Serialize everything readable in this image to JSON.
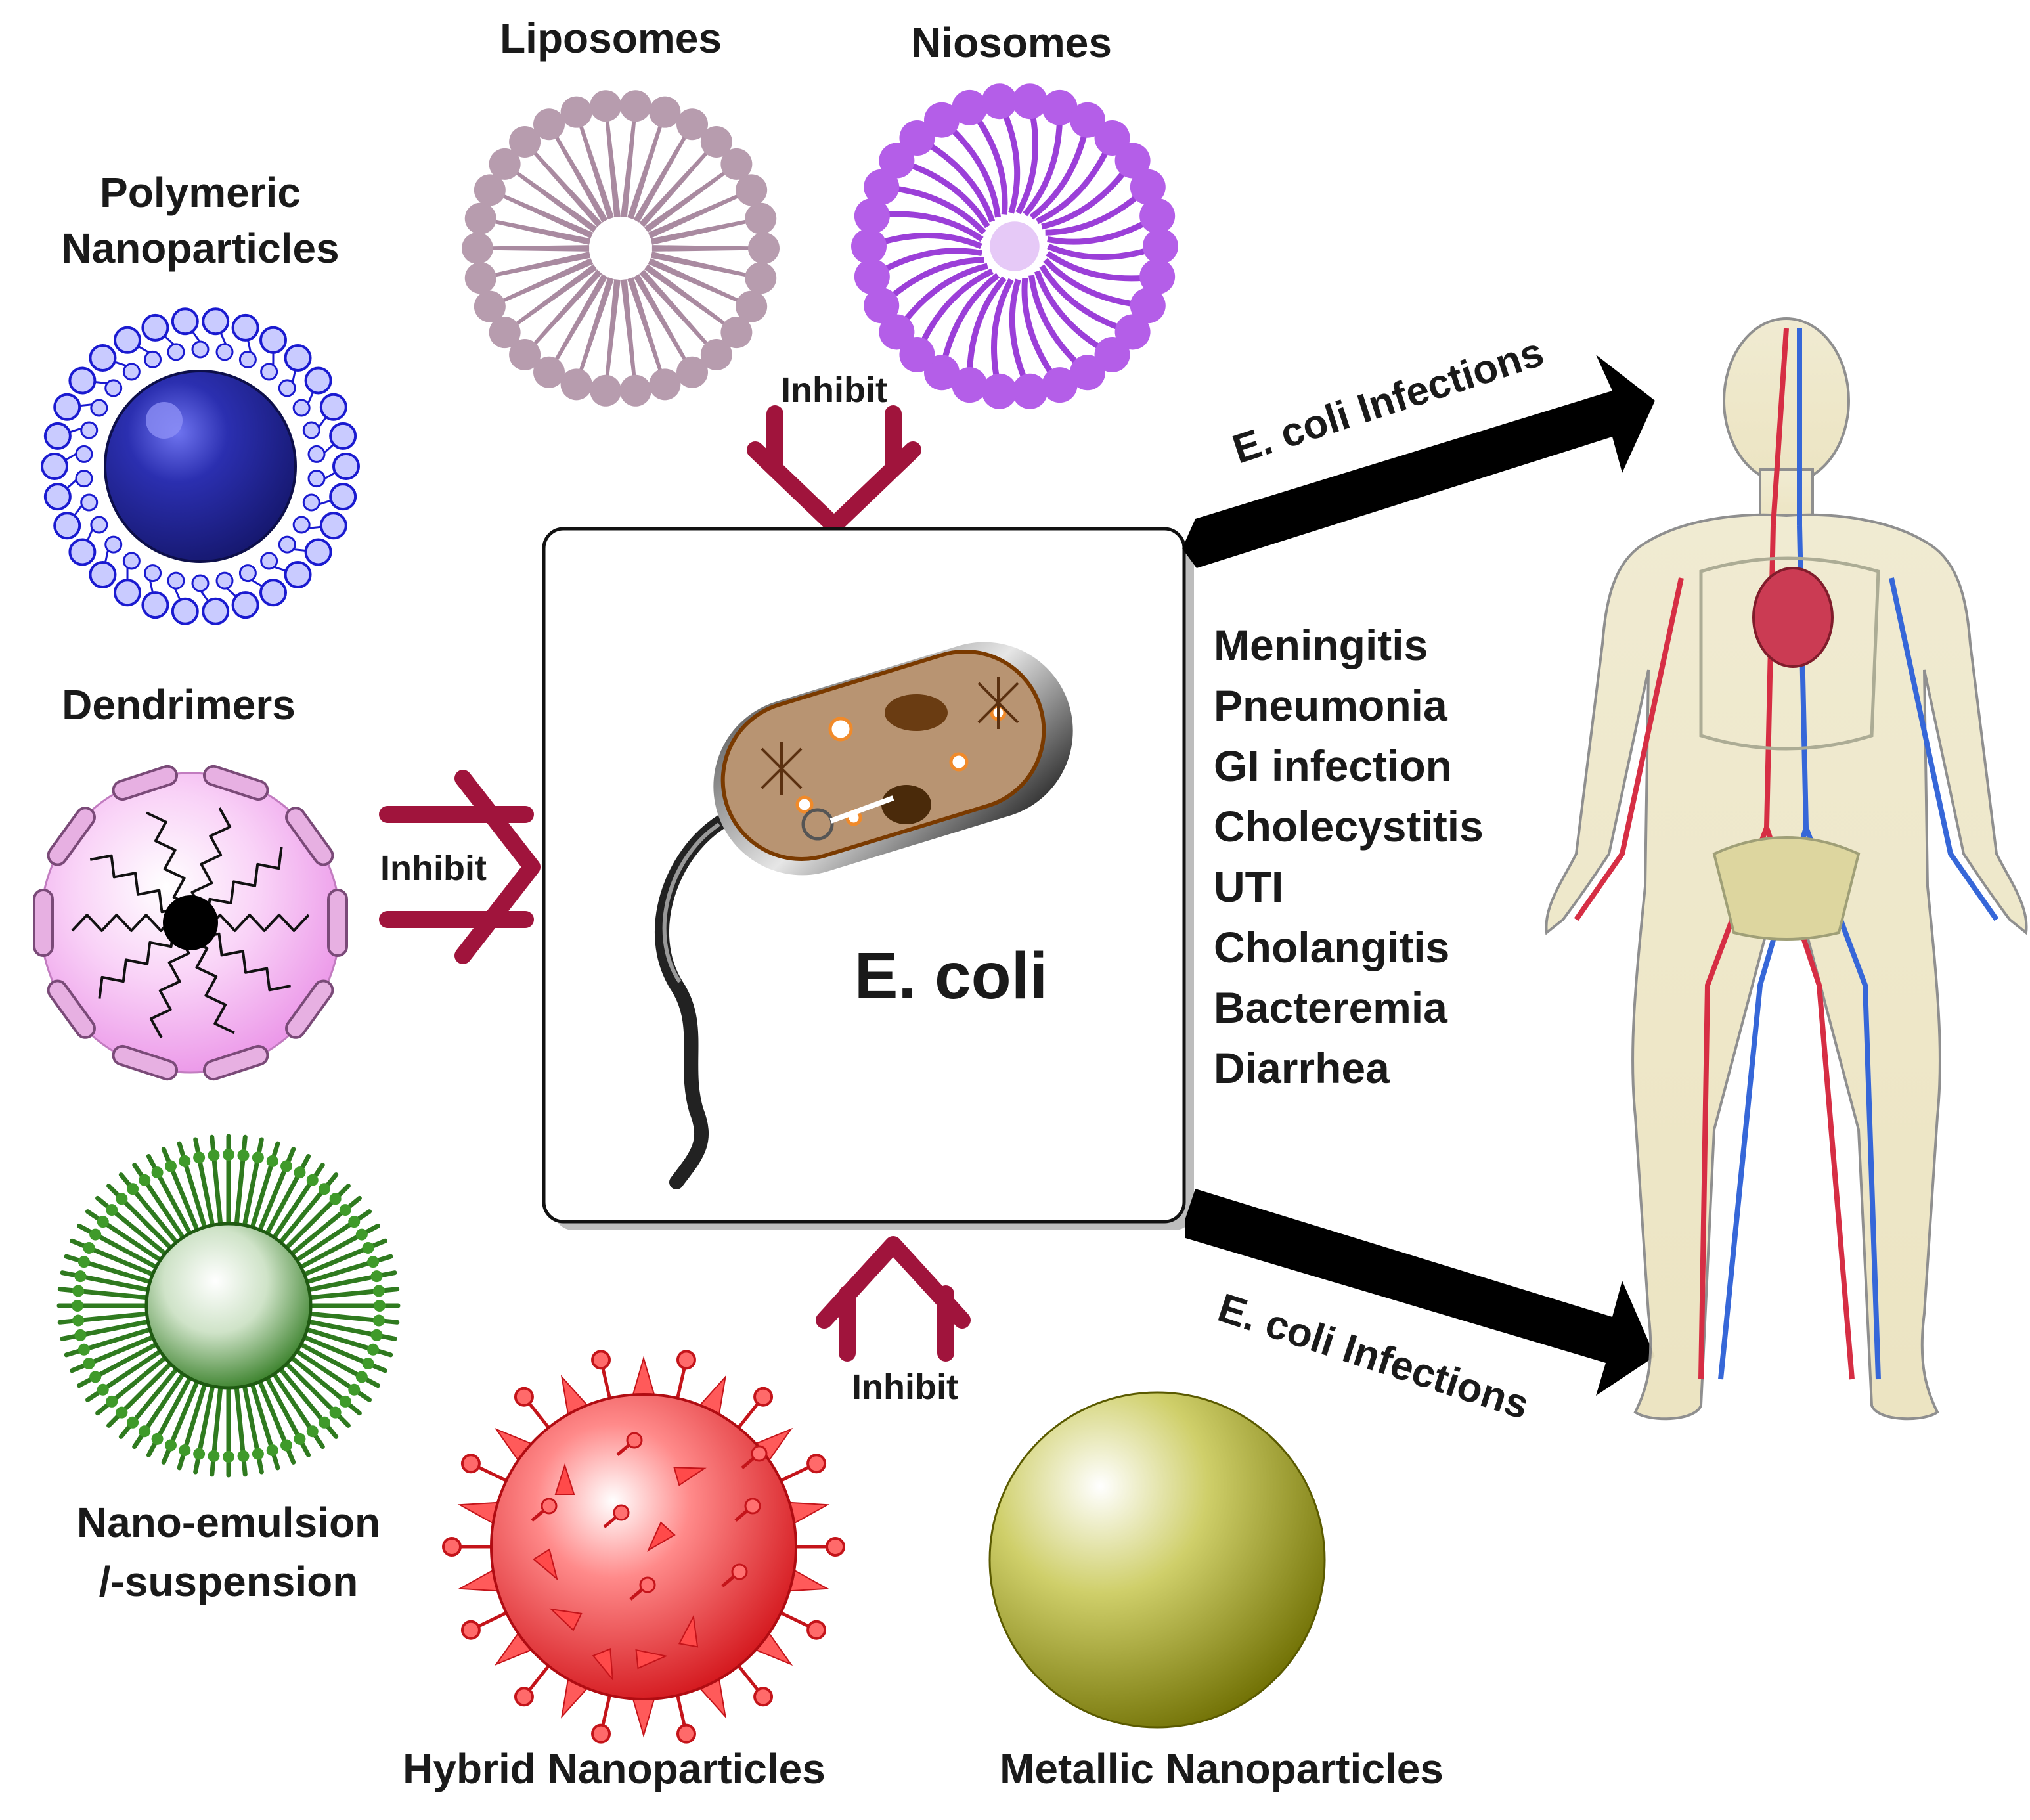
{
  "nanocarriers": {
    "polymeric": [
      "Polymeric",
      "Nanoparticles"
    ],
    "liposomes": "Liposomes",
    "niosomes": "Niosomes",
    "dendrimers": "Dendrimers",
    "nanoemulsion": [
      "Nano-emulsion",
      "/-suspension"
    ],
    "hybrid": "Hybrid Nanoparticles",
    "metallic": "Metallic Nanoparticles"
  },
  "inhibit_labels": {
    "top": "Inhibit",
    "left": "Inhibit",
    "bottom": "Inhibit"
  },
  "center": {
    "organism": "E. coli"
  },
  "infection_arrows": {
    "upper": "E. coli Infections",
    "lower": "E. coli Infections"
  },
  "diseases": [
    "Meningitis",
    "Pneumonia",
    "GI infection",
    "Cholecystitis",
    "UTI",
    "Cholangitis",
    "Bacteremia",
    "Diarrhea"
  ],
  "colors": {
    "inhibit_arrow": "#a0143c",
    "infection_arrow": "#000000",
    "liposome": "#b79cae",
    "niosome": "#b45ee8",
    "polymeric_core": "#2b2fb0",
    "dendrimer_shell": "#f3a6f0",
    "nanoemulsion": "#2f7a1f",
    "hybrid": "#e8141c",
    "metallic": "#8a8a10"
  }
}
